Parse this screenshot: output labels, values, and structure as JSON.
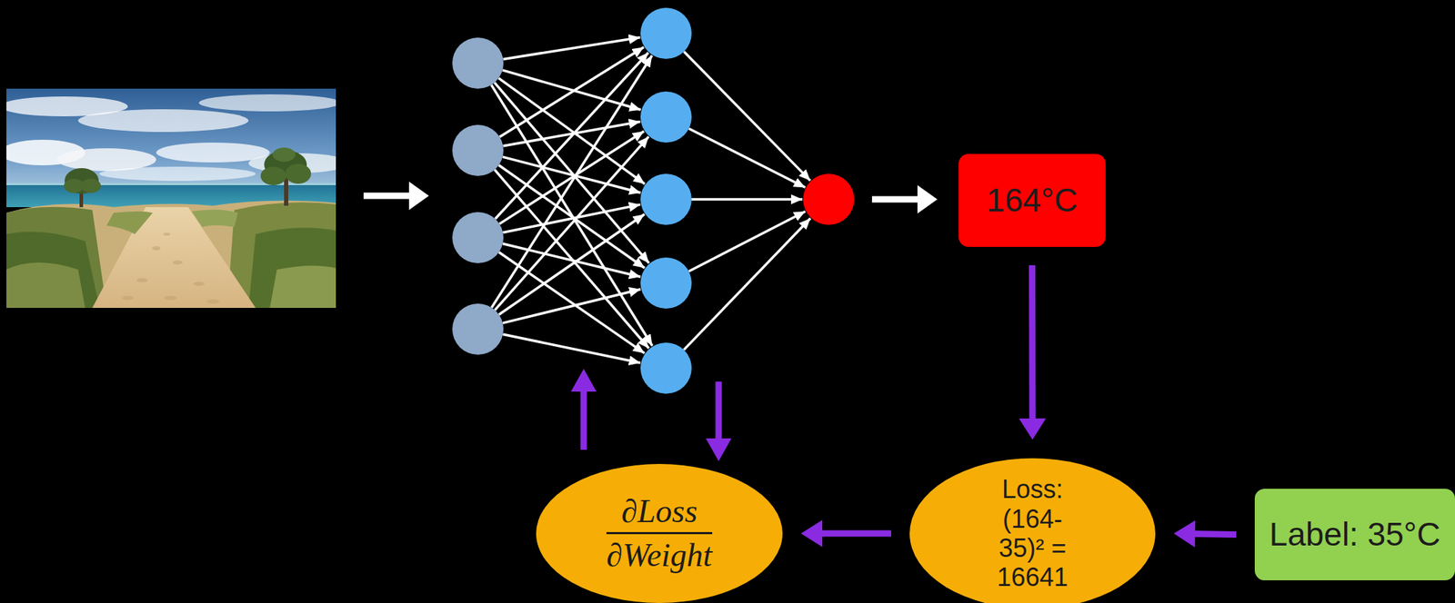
{
  "diagram": {
    "nodes": [
      {
        "text": [
          "164°C"
        ]
      },
      {
        "text": [
          "∂Loss",
          "∂Weight"
        ]
      },
      {
        "text": [
          "Loss: (164-35)² = 16641"
        ]
      },
      {
        "text": [
          "Label: 35°C"
        ]
      }
    ],
    "edges": [
      {
        "from": 0,
        "to": 2,
        "arrow": "to"
      },
      {
        "from": 3,
        "to": 2,
        "arrow": "to"
      },
      {
        "from": 2,
        "to": 1,
        "arrow": "to"
      }
    ]
  }
}
